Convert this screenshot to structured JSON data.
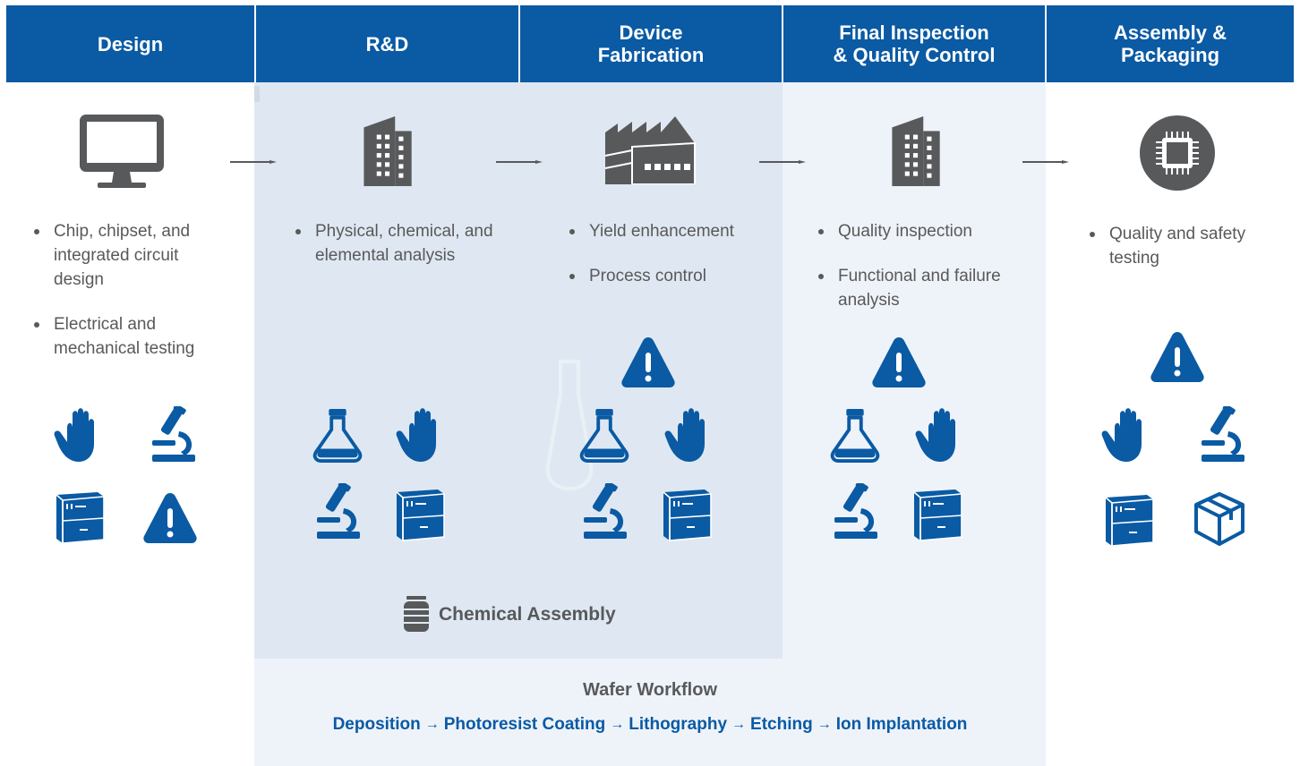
{
  "colors": {
    "brand_blue": "#0a5aa4",
    "icon_gray": "#58595b",
    "text_gray": "#595959",
    "panel_light": "#eef3fa",
    "panel_mid": "#dfe8f2"
  },
  "stages": [
    {
      "header": "Design",
      "stage_icon": "monitor-icon",
      "bullets": [
        "Chip, chipset, and integrated circuit design",
        "Electrical and mechanical testing"
      ],
      "product_icons": [
        "glove-icon",
        "microscope-icon",
        "instrument-cabinet-icon",
        "warning-icon"
      ]
    },
    {
      "header": "R&D",
      "stage_icon": "building-icon",
      "bullets": [
        "Physical, chemical, and elemental analysis"
      ],
      "product_icons": [
        "flask-icon",
        "glove-icon",
        "microscope-icon",
        "instrument-cabinet-icon"
      ]
    },
    {
      "header": "Device\nFabrication",
      "stage_icon": "factory-icon",
      "bullets": [
        "Yield enhancement",
        "Process control"
      ],
      "product_icons": [
        "warning-icon",
        "flask-icon",
        "glove-icon",
        "microscope-icon",
        "instrument-cabinet-icon"
      ]
    },
    {
      "header": "Final Inspection\n& Quality Control",
      "stage_icon": "building-icon",
      "bullets": [
        "Quality inspection",
        "Functional and failure analysis"
      ],
      "product_icons": [
        "warning-icon",
        "flask-icon",
        "glove-icon",
        "microscope-icon",
        "instrument-cabinet-icon"
      ]
    },
    {
      "header": "Assembly &\nPackaging",
      "stage_icon": "chip-icon",
      "bullets": [
        "Quality and safety testing"
      ],
      "product_icons": [
        "warning-icon",
        "glove-icon",
        "microscope-icon",
        "instrument-cabinet-icon",
        "package-box-icon"
      ]
    }
  ],
  "chemical_assembly": {
    "icon": "chemical-drum-icon",
    "label": "Chemical Assembly"
  },
  "wafer_workflow": {
    "title": "Wafer Workflow",
    "steps": [
      "Deposition",
      "Photoresist Coating",
      "Lithography",
      "Etching",
      "Ion Implantation"
    ],
    "separator": "→"
  }
}
